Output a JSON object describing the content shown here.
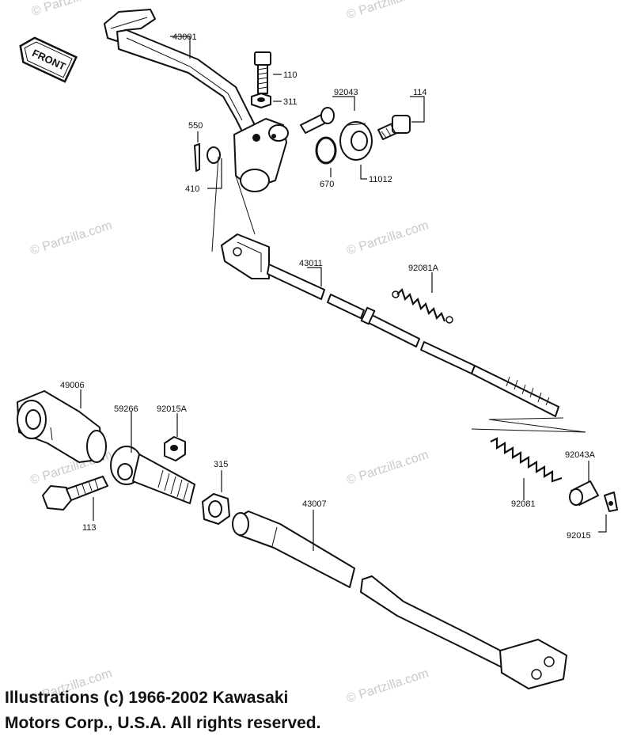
{
  "watermark": {
    "text_a": "© Partzilla.com",
    "text_b": "© Partzilla.com",
    "text_c": "© Partzilla.com",
    "text_d": "© Partzilla.com",
    "text_e": "© Partzilla.com",
    "text_f": "© Partzilla.com",
    "text_g": "© Partzilla.com",
    "text_h": "© Partzilla.com"
  },
  "front_badge": "FRONT",
  "parts": {
    "p43001": "43001",
    "p110": "110",
    "p311": "311",
    "p92043": "92043",
    "p114": "114",
    "p550": "550",
    "p410": "410",
    "p670": "670",
    "p11012": "11012",
    "p43011": "43011",
    "p92081A": "92081A",
    "p49006": "49006",
    "p59266": "59266",
    "p92015A": "92015A",
    "p315": "315",
    "p43007": "43007",
    "p113": "113",
    "p92043A": "92043A",
    "p92081": "92081",
    "p92015": "92015"
  },
  "copyright": {
    "line1": "Illustrations (c) 1966-2002 Kawasaki",
    "line2": "Motors Corp., U.S.A.  All rights reserved."
  }
}
